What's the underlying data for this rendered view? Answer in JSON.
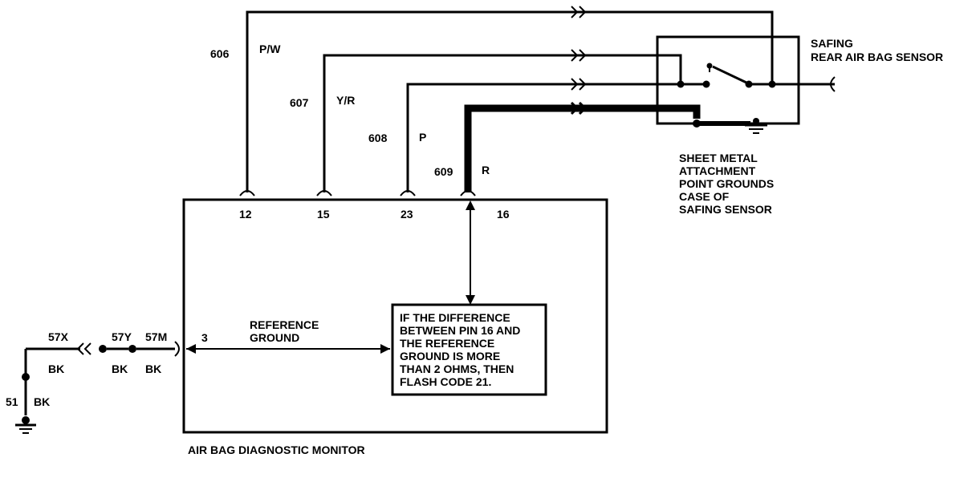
{
  "wires": {
    "w606": {
      "circuit": "606",
      "color": "P/W",
      "pin": "12"
    },
    "w607": {
      "circuit": "607",
      "color": "Y/R",
      "pin": "15"
    },
    "w608": {
      "circuit": "608",
      "color": "P",
      "pin": "23"
    },
    "w609": {
      "circuit": "609",
      "color": "R",
      "pin": "16"
    }
  },
  "sensor": {
    "line1": "SAFING",
    "line2": "REAR AIR BAG SENSOR"
  },
  "ground_note": [
    "SHEET METAL",
    "ATTACHMENT",
    "POINT GROUNDS",
    "CASE OF",
    "SAFING SENSOR"
  ],
  "monitor": {
    "label": "AIR BAG DIAGNOSTIC MONITOR",
    "ref_pin": "3",
    "ref_label": [
      "REFERENCE",
      "GROUND"
    ]
  },
  "note": [
    "IF THE DIFFERENCE",
    "BETWEEN PIN 16 AND",
    "THE REFERENCE",
    "GROUND IS MORE",
    "THAN 2 OHMS, THEN",
    "FLASH CODE 21."
  ],
  "ground_circuits": {
    "c57x": "57X",
    "c57y": "57Y",
    "c57m": "57M",
    "c51": "51",
    "bk": "BK"
  }
}
